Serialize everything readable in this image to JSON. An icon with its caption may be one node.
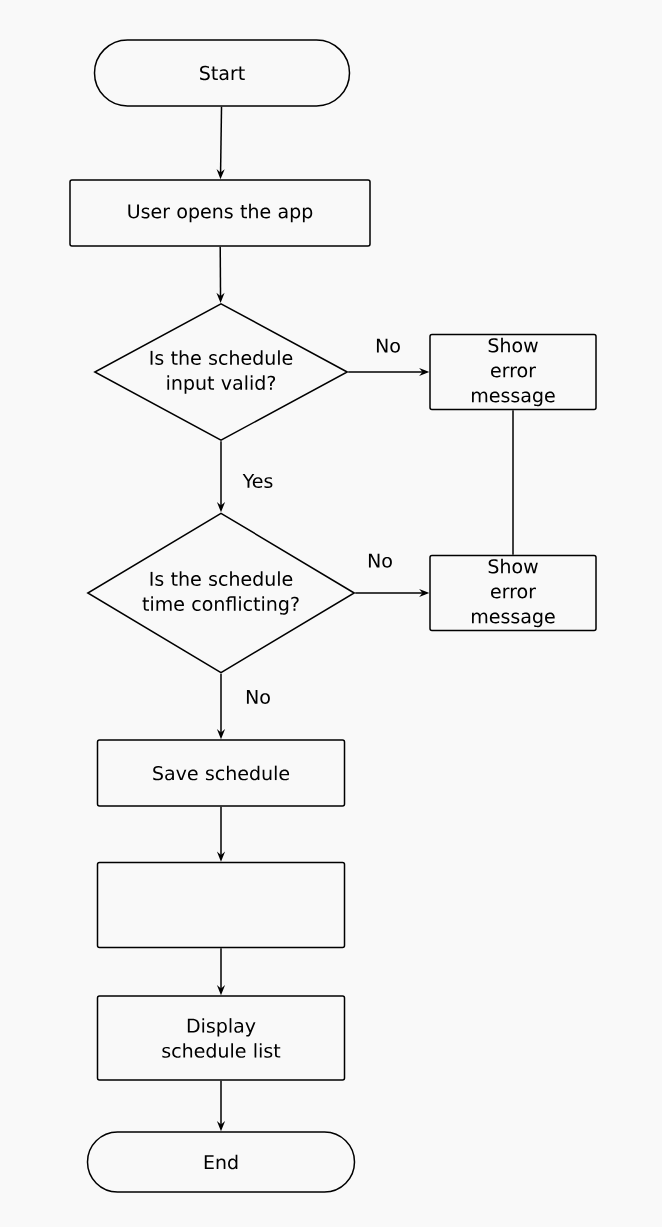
{
  "diagram": {
    "nodes": [
      {
        "text": [
          "Start"
        ]
      },
      {
        "text": [
          "User opens the app"
        ]
      },
      {
        "text": [
          "Is the schedule input valid?"
        ]
      },
      {
        "text": [
          "Show error message"
        ]
      },
      {
        "text": [
          "Is the schedule time conflicting?"
        ]
      },
      {
        "text": [
          "Show error message"
        ]
      },
      {
        "text": [
          "Save schedule"
        ]
      },
      {
        "text": [],
        "shape": "box"
      },
      {
        "text": [
          "Display schedule list"
        ]
      },
      {
        "text": [
          "End"
        ]
      }
    ],
    "edges": [
      {
        "from": 0,
        "to": 1,
        "arrow": "to"
      },
      {
        "from": 1,
        "to": 2,
        "arrow": "to"
      },
      {
        "from": 2,
        "to": 3,
        "arrow": "to",
        "label": "No"
      },
      {
        "from": 2,
        "to": 4,
        "arrow": "to",
        "label": "Yes"
      },
      {
        "from": 4,
        "to": 5,
        "arrow": "to",
        "label": "No"
      },
      {
        "from": 3,
        "to": 5,
        "arrow": "none"
      },
      {
        "from": 4,
        "to": 6,
        "arrow": "to",
        "label": "No"
      },
      {
        "from": 6,
        "to": 7,
        "arrow": "to"
      },
      {
        "from": 7,
        "to": 8,
        "arrow": "to"
      },
      {
        "from": 8,
        "to": 9,
        "arrow": "to"
      }
    ]
  }
}
